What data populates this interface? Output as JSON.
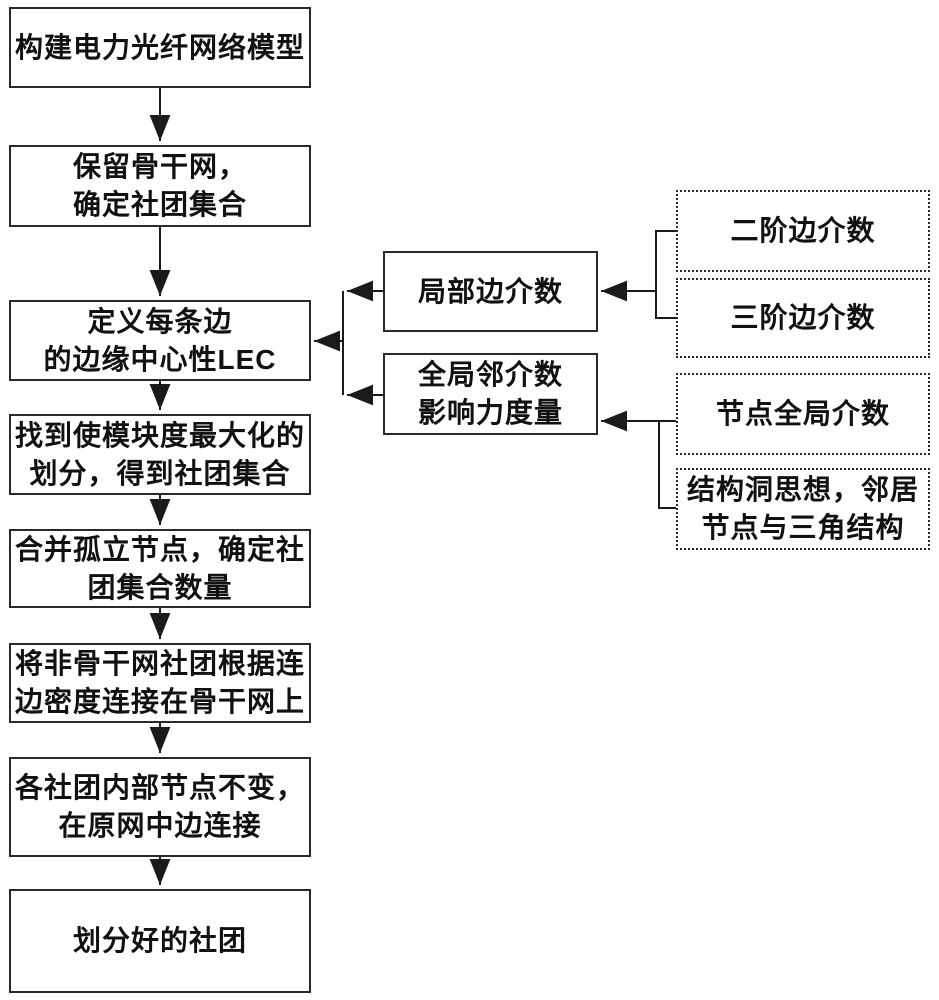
{
  "flow": {
    "steps": [
      {
        "id": "build-model",
        "label": "构建电力光纤网络模型"
      },
      {
        "id": "keep-backbone",
        "label": "保留骨干网，\n确定社团集合"
      },
      {
        "id": "define-lec",
        "label": "定义每条边\n的边缘中心性LEC"
      },
      {
        "id": "maximize-modularity",
        "label": "找到使模块度最大化的\n划分，得到社团集合"
      },
      {
        "id": "merge-isolated",
        "label": "合并孤立节点，确定社\n团集合数量"
      },
      {
        "id": "attach-non-backbone",
        "label": "将非骨干网社团根据连\n边密度连接在骨干网上"
      },
      {
        "id": "keep-internal-nodes",
        "label": "各社团内部节点不变，\n在原网中边连接"
      },
      {
        "id": "final-communities",
        "label": "划分好的社团"
      }
    ],
    "measures": [
      {
        "id": "local-edge-betweenness",
        "label": "局部边介数"
      },
      {
        "id": "global-neighbor-influence",
        "label": "全局邻介数\n影响力度量"
      }
    ],
    "inputs": [
      {
        "id": "second-order-edge-betweenness",
        "label": "二阶边介数"
      },
      {
        "id": "third-order-edge-betweenness",
        "label": "三阶边介数"
      },
      {
        "id": "node-global-betweenness",
        "label": "节点全局介数"
      },
      {
        "id": "structural-hole",
        "label": "结构洞思想，邻居\n节点与三角结构"
      }
    ]
  },
  "colors": {
    "bg": "#ffffff",
    "text": "#111111",
    "border": "#2a2a2a",
    "line": "#1a1a1a"
  }
}
